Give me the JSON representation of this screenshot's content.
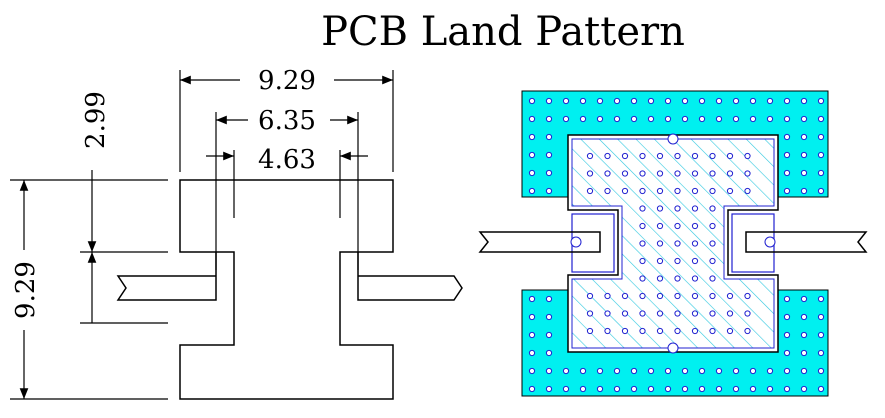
{
  "title": "PCB Land Pattern",
  "dimensions": {
    "overall_width": "9.29",
    "pad_span": "6.35",
    "gap_width": "4.63",
    "pad_height": "2.99",
    "overall_height": "9.29"
  },
  "colors": {
    "copper_fill": "#00f0f0",
    "via_ring": "#2020d0",
    "hatch": "#30c8e0",
    "outline": "#000000"
  }
}
